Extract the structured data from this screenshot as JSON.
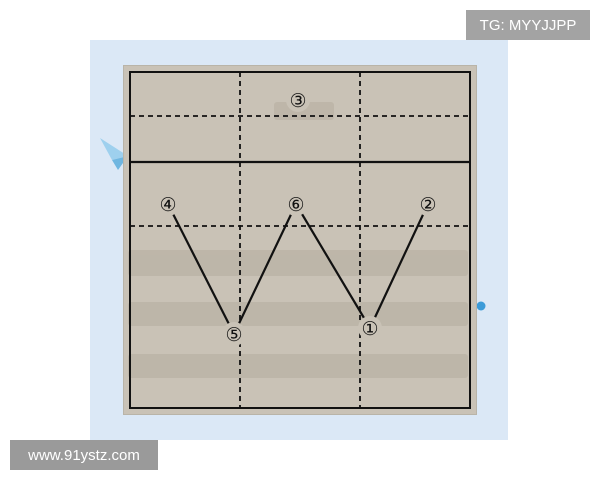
{
  "watermark_top": "TG: MYYJJPP",
  "watermark_bottom": "www.91ystz.com",
  "diagram": {
    "regions": [
      {
        "id": "region-3",
        "label": "③"
      }
    ],
    "nodes": [
      {
        "id": "node-4",
        "label": "④"
      },
      {
        "id": "node-6",
        "label": "⑥"
      },
      {
        "id": "node-2",
        "label": "②"
      },
      {
        "id": "node-5",
        "label": "⑤"
      },
      {
        "id": "node-1",
        "label": "①"
      }
    ],
    "edges": [
      {
        "from": "node-4",
        "to": "node-5"
      },
      {
        "from": "node-5",
        "to": "node-6"
      },
      {
        "from": "node-6",
        "to": "node-1"
      },
      {
        "from": "node-1",
        "to": "node-2"
      }
    ]
  },
  "colors": {
    "page_background": "#ffffff",
    "frame_background": "#dbe8f6",
    "paper": "#c9c2b6",
    "ink": "#111111",
    "badge_top": "#a3a3a3",
    "badge_bottom": "#9a9a9a"
  }
}
